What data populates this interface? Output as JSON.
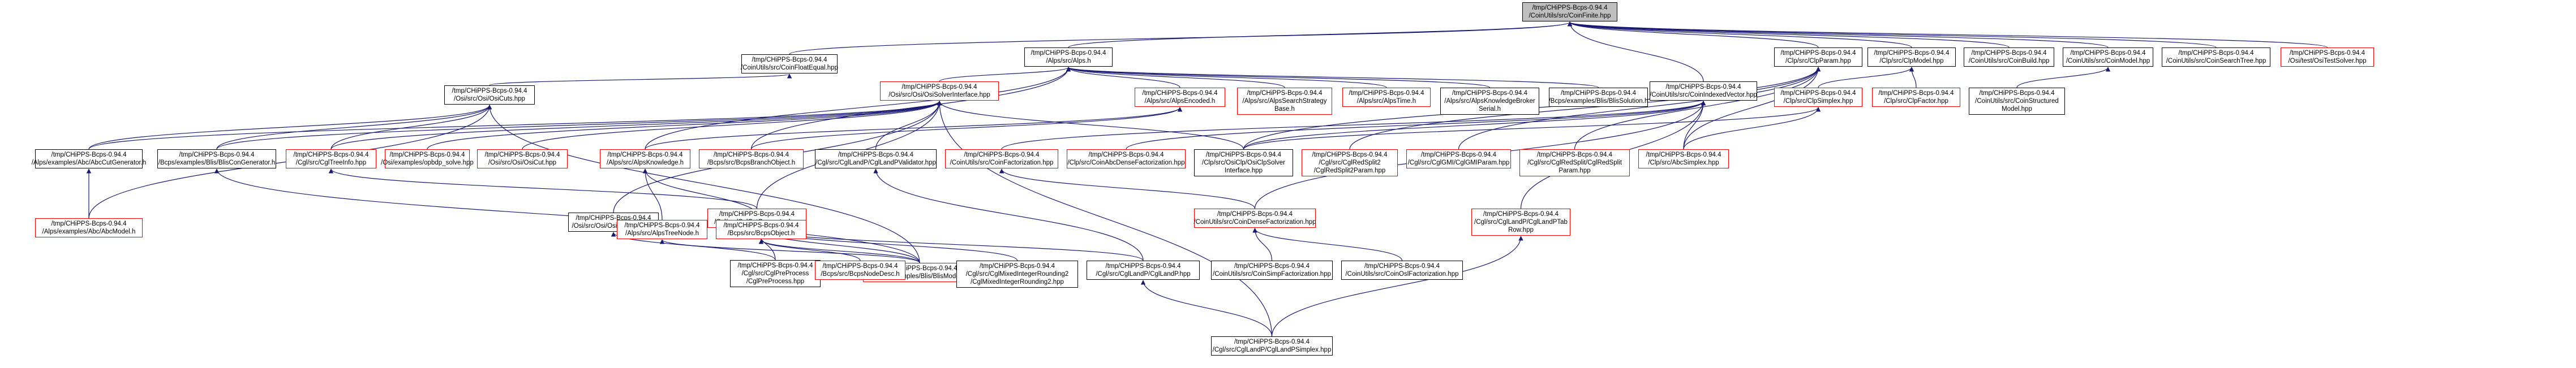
{
  "colors": {
    "edge": "#191970",
    "border_default": "#000000",
    "border_highlight": "#ff0000",
    "root_fill": "#bfbfbf"
  },
  "nodes": {
    "root": [
      "/tmp/CHiPPS-Bcps-0.94.4",
      "/CoinUtils/src/CoinFinite.hpp"
    ],
    "coin_float_equal": [
      "/tmp/CHiPPS-Bcps-0.94.4",
      "/CoinUtils/src/CoinFloatEqual.hpp"
    ],
    "alps_h": [
      "/tmp/CHiPPS-Bcps-0.94.4",
      "/Alps/src/Alps.h"
    ],
    "coin_indexed_vector": [
      "/tmp/CHiPPS-Bcps-0.94.4",
      "/CoinUtils/src/CoinIndexedVector.hpp"
    ],
    "clp_model": [
      "/tmp/CHiPPS-Bcps-0.94.4",
      "/Clp/src/ClpModel.hpp"
    ],
    "clp_param": [
      "/tmp/CHiPPS-Bcps-0.94.4",
      "/Clp/src/ClpParam.hpp"
    ],
    "coin_build": [
      "/tmp/CHiPPS-Bcps-0.94.4",
      "/CoinUtils/src/CoinBuild.hpp"
    ],
    "coin_model": [
      "/tmp/CHiPPS-Bcps-0.94.4",
      "/CoinUtils/src/CoinModel.hpp"
    ],
    "coin_search_tree": [
      "/tmp/CHiPPS-Bcps-0.94.4",
      "/CoinUtils/src/CoinSearchTree.hpp"
    ],
    "osi_test_solver": [
      "/tmp/CHiPPS-Bcps-0.94.4",
      "/Osi/test/OsiTestSolver.hpp"
    ],
    "osi_cuts": [
      "/tmp/CHiPPS-Bcps-0.94.4",
      "/Osi/src/Osi/OsiCuts.hpp"
    ],
    "osi_solver_interface": [
      "/tmp/CHiPPS-Bcps-0.94.4",
      "/Osi/src/Osi/OsiSolverInterface.hpp"
    ],
    "alps_encoded": [
      "/tmp/CHiPPS-Bcps-0.94.4",
      "/Alps/src/AlpsEncoded.h"
    ],
    "alps_search_strategy_base": [
      "/tmp/CHiPPS-Bcps-0.94.4",
      "/Alps/src/AlpsSearchStrategy",
      "Base.h"
    ],
    "alps_time": [
      "/tmp/CHiPPS-Bcps-0.94.4",
      "/Alps/src/AlpsTime.h"
    ],
    "alps_knowledge_broker_serial": [
      "/tmp/CHiPPS-Bcps-0.94.4",
      "/Alps/src/AlpsKnowledgeBroker",
      "Serial.h"
    ],
    "blis_solution": [
      "/tmp/CHiPPS-Bcps-0.94.4",
      "/Bcps/examples/Blis/BlisSolution.h"
    ],
    "clp_simplex": [
      "/tmp/CHiPPS-Bcps-0.94.4",
      "/Clp/src/ClpSimplex.hpp"
    ],
    "clp_factor": [
      "/tmp/CHiPPS-Bcps-0.94.4",
      "/Clp/src/ClpFactor.hpp"
    ],
    "coin_structured_model": [
      "/tmp/CHiPPS-Bcps-0.94.4",
      "/CoinUtils/src/CoinStructured",
      "Model.hpp"
    ],
    "abc_cut_generator": [
      "/tmp/CHiPPS-Bcps-0.94.4",
      "/Alps/examples/Abc/AbcCutGenerator.h"
    ],
    "abc_model": [
      "/tmp/CHiPPS-Bcps-0.94.4",
      "/Alps/examples/Abc/AbcModel.h"
    ],
    "blis_con_generator": [
      "/tmp/CHiPPS-Bcps-0.94.4",
      "/Bcps/examples/Blis/BlisConGenerator.h"
    ],
    "cgl_tree_info": [
      "/tmp/CHiPPS-Bcps-0.94.4",
      "/Cgl/src/CglTreeInfo.hpp"
    ],
    "osi_presolve": [
      "/tmp/CHiPPS-Bcps-0.94.4",
      "/Osi/src/Osi/OsiPresolve.hpp"
    ],
    "cgl_cut_generator": [
      "/tmp/CHiPPS-Bcps-0.94.4",
      "/Cgl/src/CglCutGenerator.hpp"
    ],
    "cgl_pre_process": [
      "/tmp/CHiPPS-Bcps-0.94.4",
      "/Cgl/src/CglPreProcess",
      "/CglPreProcess.hpp"
    ],
    "blis_model": [
      "/tmp/CHiPPS-Bcps-0.94.4",
      "/Bcps/examples/Blis/BlisModel.h"
    ],
    "osi_cut": [
      "/tmp/CHiPPS-Bcps-0.94.4",
      "/Osi/src/Osi/OsiCut.hpp"
    ],
    "osi_dylp_solve": [
      "/tmp/CHiPPS-Bcps-0.94.4",
      "/Osi/examples/opbdp_solve.hpp"
    ],
    "alps_knowledge": [
      "/tmp/CHiPPS-Bcps-0.94.4",
      "/Alps/src/AlpsKnowledge.h"
    ],
    "bcps_branch_object": [
      "/tmp/CHiPPS-Bcps-0.94.4",
      "/Bcps/src/BcpsBranchObject.h"
    ],
    "alps_tree_node": [
      "/tmp/CHiPPS-Bcps-0.94.4",
      "/Alps/src/AlpsTreeNode.h"
    ],
    "bcps_object": [
      "/tmp/CHiPPS-Bcps-0.94.4",
      "/Bcps/src/BcpsObject.h"
    ],
    "bcps_node_desc": [
      "/tmp/CHiPPS-Bcps-0.94.4",
      "/Bcps/src/BcpsNodeDesc.h"
    ],
    "cgl_mixed_integer_rounding2": [
      "/tmp/CHiPPS-Bcps-0.94.4",
      "/Cgl/src/CglMixedIntegerRounding2",
      "/CglMixedIntegerRounding2.hpp"
    ],
    "cgl_landp_validator": [
      "/tmp/CHiPPS-Bcps-0.94.4",
      "/Cgl/src/CglLandP/CglLandPValidator.hpp"
    ],
    "cgl_landp": [
      "/tmp/CHiPPS-Bcps-0.94.4",
      "/Cgl/src/CglLandP/CglLandP.hpp"
    ],
    "cgl_landp_simplex": [
      "/tmp/CHiPPS-Bcps-0.94.4",
      "/Cgl/src/CglLandP/CglLandPSimplex.hpp"
    ],
    "coin_factorization": [
      "/tmp/CHiPPS-Bcps-0.94.4",
      "/CoinUtils/src/CoinFactorization.hpp"
    ],
    "coin_abc_dense_factorization": [
      "/tmp/CHiPPS-Bcps-0.94.4",
      "/Clp/src/CoinAbcDenseFactorization.hpp"
    ],
    "coin_dense_factorization": [
      "/tmp/CHiPPS-Bcps-0.94.4",
      "/CoinUtils/src/CoinDenseFactorization.hpp"
    ],
    "coin_simp_factorization": [
      "/tmp/CHiPPS-Bcps-0.94.4",
      "/CoinUtils/src/CoinSimpFactorization.hpp"
    ],
    "coin_ols_factorization": [
      "/tmp/CHiPPS-Bcps-0.94.4",
      "/CoinUtils/src/CoinOslFactorization.hpp"
    ],
    "osi_clp_solver_interface": [
      "/tmp/CHiPPS-Bcps-0.94.4",
      "/Clp/src/OsiClp/OsiClpSolver",
      "Interface.hpp"
    ],
    "cgl_landp_tab_row": [
      "/tmp/CHiPPS-Bcps-0.94.4",
      "/Cgl/src/CglLandP/CglLandPTab",
      "Row.hpp"
    ],
    "cgl_red_split2_param": [
      "/tmp/CHiPPS-Bcps-0.94.4",
      "/Cgl/src/CglRedSplit2",
      "/CglRedSplit2Param.hpp"
    ],
    "cgl_gmi_param": [
      "/tmp/CHiPPS-Bcps-0.94.4",
      "/Cgl/src/CglGMI/CglGMIParam.hpp"
    ],
    "cgl_red_split_param": [
      "/tmp/CHiPPS-Bcps-0.94.4",
      "/Cgl/src/CglRedSplit/CglRedSplit",
      "Param.hpp"
    ],
    "abc_simplex": [
      "/tmp/CHiPPS-Bcps-0.94.4",
      "/Clp/src/AbcSimplex.hpp"
    ]
  }
}
